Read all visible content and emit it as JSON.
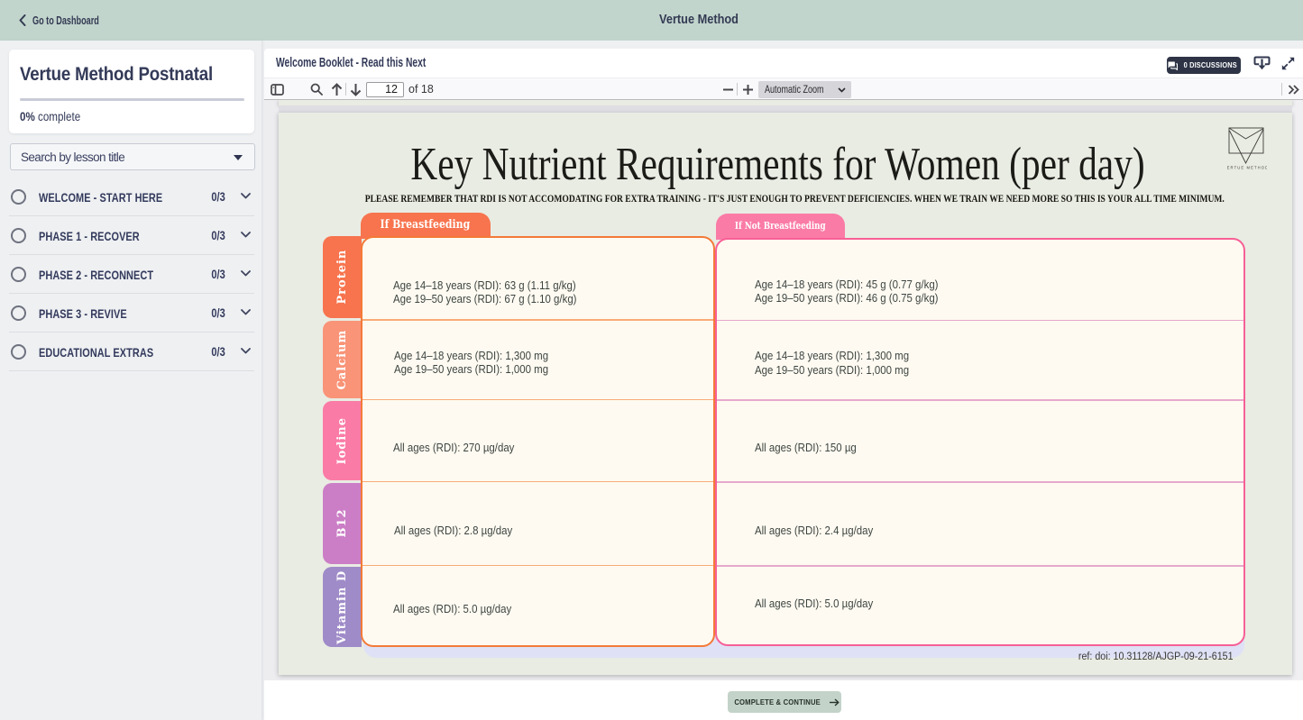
{
  "topbar": {
    "back_label": "Go to Dashboard",
    "app_title": "Vertue Method"
  },
  "sidebar": {
    "course_title": "Vertue Method Postnatal",
    "progress_percent": "0%",
    "progress_suffix": " complete",
    "search_placeholder": "Search by lesson title",
    "sections": [
      {
        "label": "WELCOME - START HERE",
        "count": "0/3"
      },
      {
        "label": "PHASE 1 - RECOVER",
        "count": "0/3"
      },
      {
        "label": "PHASE 2 - RECONNECT",
        "count": "0/3"
      },
      {
        "label": "PHASE 3 - REVIVE",
        "count": "0/3"
      },
      {
        "label": "EDUCATIONAL EXTRAS",
        "count": "0/3"
      }
    ]
  },
  "lesson": {
    "title": "Welcome Booklet - Read this Next",
    "discussions_label": "0 DISCUSSIONS"
  },
  "pdf_toolbar": {
    "page_value": "12",
    "page_total_label": "of 18",
    "zoom_label": "Automatic Zoom"
  },
  "document": {
    "title": "Key Nutrient Requirements for Women (per day)",
    "subtitle": "PLEASE REMEMBER THAT RDI IS NOT ACCOMODATING FOR EXTRA TRAINING - IT'S JUST ENOUGH TO PREVENT DEFICIENCIES. WHEN WE TRAIN WE NEED MORE SO THIS IS YOUR ALL TIME MINIMUM.",
    "logo_caption": "VERTUE METHOD",
    "reference": "ref: doi: 10.31128/AJGP-09-21-6151",
    "table": {
      "column_headers": [
        "If Breastfeeding",
        "If Not Breastfeeding"
      ],
      "rows": [
        {
          "label": "Protein",
          "color": "#f7744e",
          "breastfeeding": [
            "Age 14–18 years (RDI): 63 g (1.11 g/kg)",
            "Age 19–50 years (RDI): 67 g (1.10 g/kg)"
          ],
          "not_breastfeeding": [
            "Age 14–18 years (RDI): 45 g (0.77 g/kg)",
            "Age 19–50 years (RDI): 46 g (0.75 g/kg)"
          ]
        },
        {
          "label": "Calcium",
          "color": "#f99478",
          "breastfeeding": [
            "Age 14–18 years (RDI): 1,300 mg",
            "Age 19–50 years (RDI): 1,000 mg"
          ],
          "not_breastfeeding": [
            "Age 14–18 years (RDI): 1,300 mg",
            "Age 19–50 years (RDI): 1,000 mg"
          ]
        },
        {
          "label": "Iodine",
          "color": "#fa7ba6",
          "breastfeeding": [
            "All ages (RDI): 270 µg/day"
          ],
          "not_breastfeeding": [
            "All ages (RDI): 150 µg"
          ]
        },
        {
          "label": "B12",
          "color": "#cb7ec6",
          "breastfeeding": [
            "All ages (RDI): 2.8 µg/day"
          ],
          "not_breastfeeding": [
            "All ages (RDI): 2.4 µg/day"
          ]
        },
        {
          "label": "Vitamin D",
          "color": "#9f8bc8",
          "breastfeeding": [
            "All ages (RDI): 5.0 µg/day"
          ],
          "not_breastfeeding": [
            "All ages (RDI): 5.0 µg/day"
          ]
        }
      ]
    }
  },
  "footer": {
    "continue_label": "COMPLETE & CONTINUE"
  },
  "colors": {
    "topbar_bg": "#c2d5cd",
    "navy_text": "#333a58",
    "discussions_bg": "#2e3446",
    "page_bg": "#e9ece3",
    "box_fill": "#fefaf1",
    "left_border": "#f37a38",
    "right_border": "#f75f96",
    "backdrop": "#dfe1f6",
    "continue_bg": "#c3d3c9"
  }
}
